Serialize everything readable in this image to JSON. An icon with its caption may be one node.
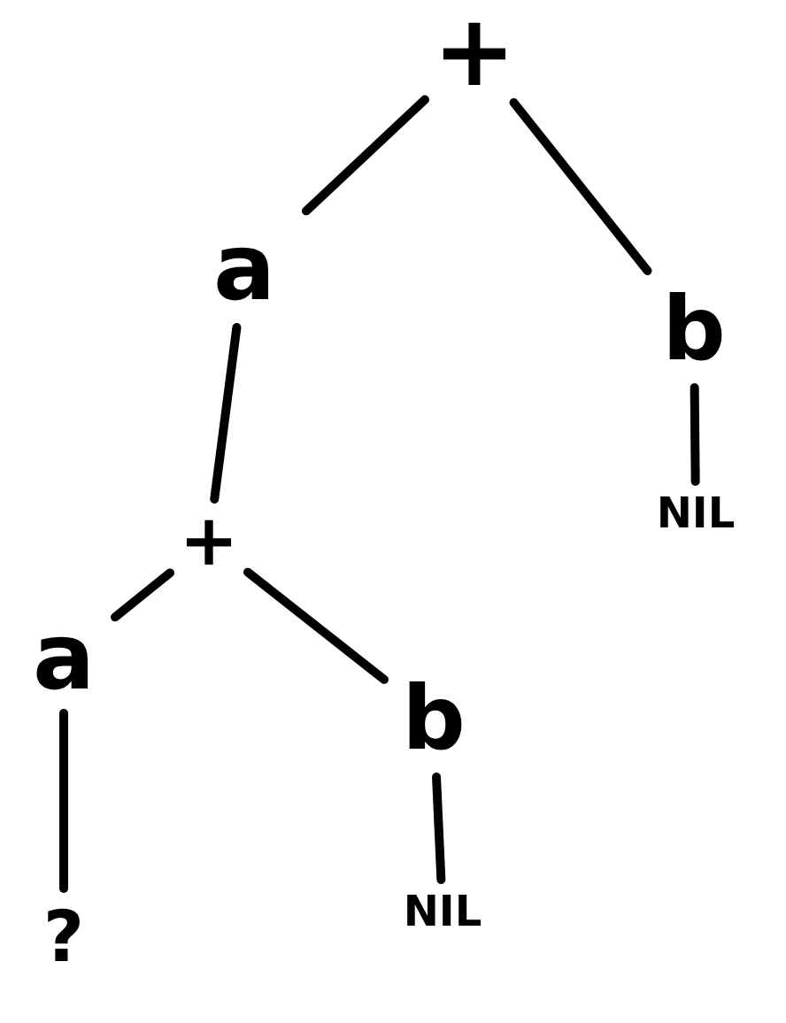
{
  "diagram": {
    "nodes": [
      {
        "text": [
          "+"
        ]
      },
      {
        "text": [
          "a"
        ]
      },
      {
        "text": [
          "b"
        ]
      },
      {
        "text": [
          "NIL"
        ]
      },
      {
        "text": [
          "+"
        ]
      },
      {
        "text": [
          "a"
        ]
      },
      {
        "text": [
          "b"
        ]
      },
      {
        "text": [
          "?"
        ]
      },
      {
        "text": [
          "NIL"
        ]
      }
    ],
    "edges": [
      {
        "from": 0,
        "to": 1,
        "arrow": "none"
      },
      {
        "from": 0,
        "to": 2,
        "arrow": "none"
      },
      {
        "from": 2,
        "to": 3,
        "arrow": "none"
      },
      {
        "from": 1,
        "to": 4,
        "arrow": "none"
      },
      {
        "from": 4,
        "to": 5,
        "arrow": "none"
      },
      {
        "from": 4,
        "to": 6,
        "arrow": "none"
      },
      {
        "from": 5,
        "to": 7,
        "arrow": "none"
      },
      {
        "from": 6,
        "to": 8,
        "arrow": "none"
      }
    ]
  }
}
